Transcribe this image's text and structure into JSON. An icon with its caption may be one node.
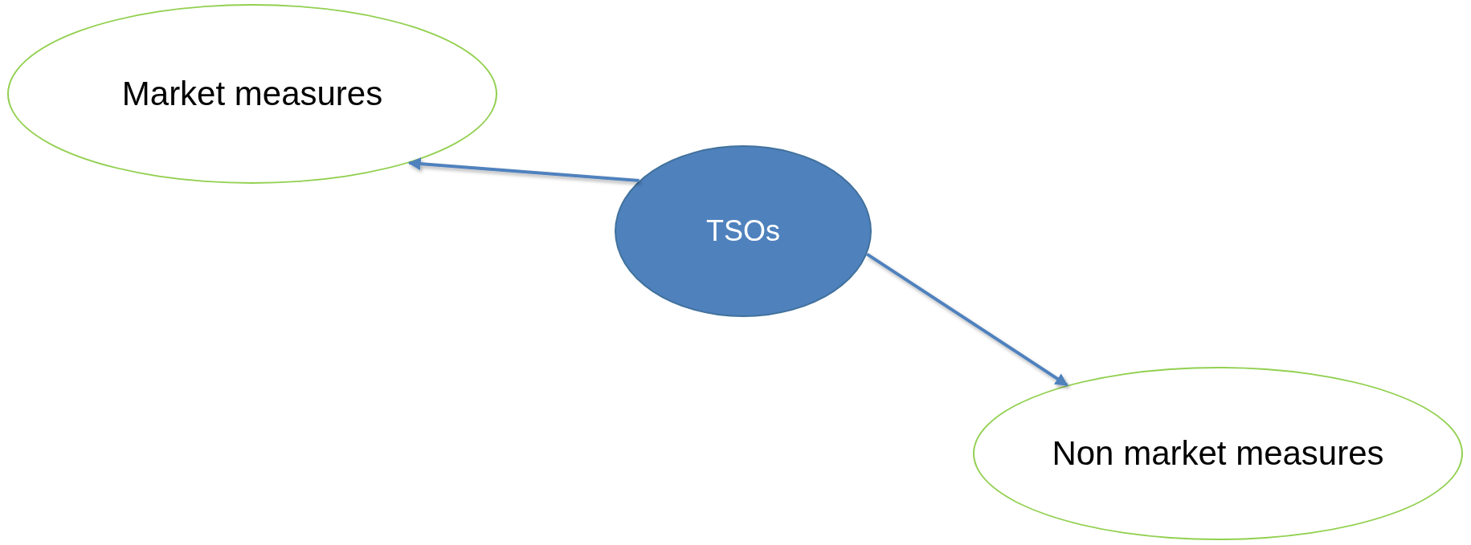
{
  "diagram": {
    "nodes": [
      {
        "text": [
          "Market measures"
        ]
      },
      {
        "text": [
          "TSOs"
        ]
      },
      {
        "text": [
          "Non market measures"
        ]
      }
    ],
    "edges": [
      {
        "from": 1,
        "to": 0,
        "arrow": "to"
      },
      {
        "from": 1,
        "to": 2,
        "arrow": "to"
      }
    ]
  }
}
